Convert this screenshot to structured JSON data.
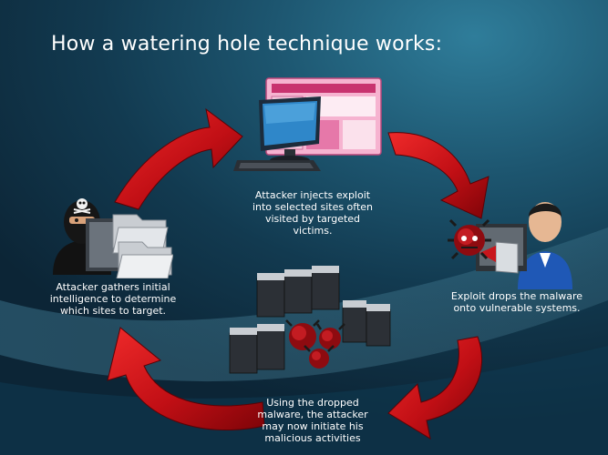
{
  "title": "How a watering hole technique works:",
  "steps": {
    "inject": "Attacker injects exploit into selected sites often visited by targeted victims.",
    "gather": "Attacker gathers initial intelligence to determine which sites to target.",
    "exploit": "Exploit drops the malware onto vulnerable systems.",
    "dropped": "Using the dropped malware, the attacker may now initiate his malicious activities"
  },
  "colors": {
    "arrow": "#c8121a",
    "background": "#1d5670",
    "text": "#ffffff"
  },
  "icons": [
    "web-site-monitor-icon",
    "attacker-icon",
    "folders-icon",
    "victim-user-icon",
    "malware-bug-icon",
    "server-cluster-icon"
  ]
}
